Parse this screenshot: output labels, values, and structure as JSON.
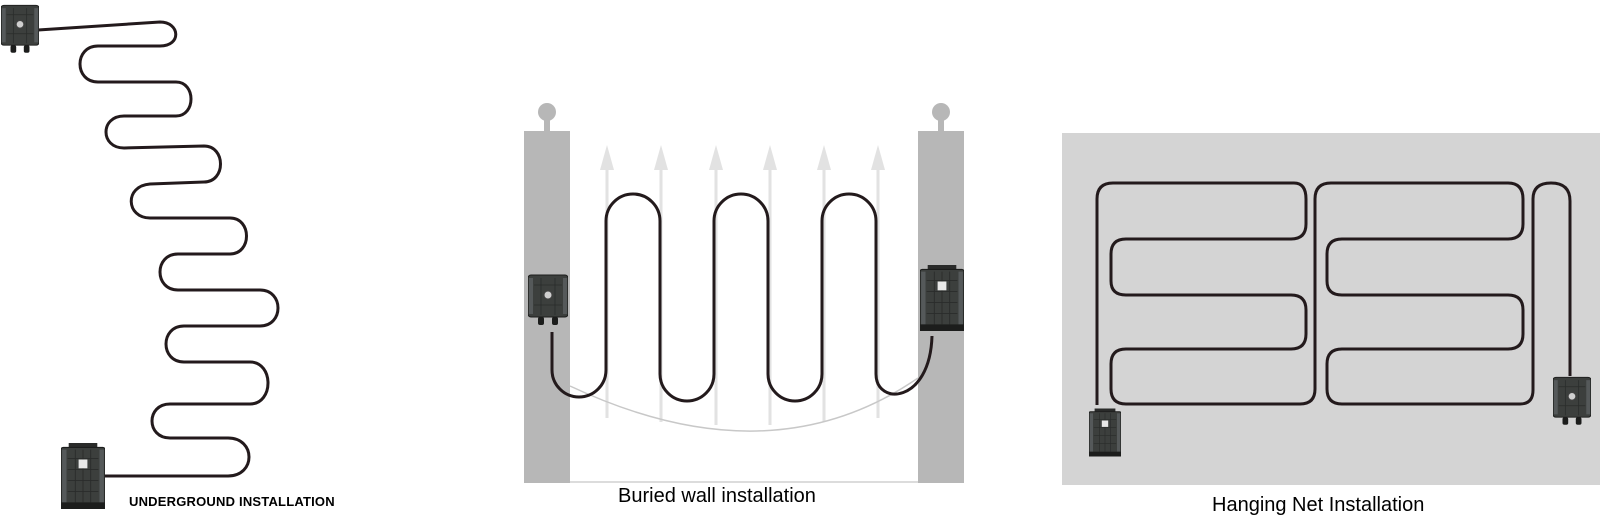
{
  "panels": {
    "underground": {
      "label": "UNDERGROUND INSTALLATION"
    },
    "buried_wall": {
      "label": "Buried wall installation"
    },
    "hanging_net": {
      "label": "Hanging Net Installation"
    }
  },
  "colors": {
    "cable": "#231a1c",
    "wall": "#b7b7b7",
    "net_bg": "#d4d4d4",
    "fence": "#e2e2e2",
    "box_body": "#3c3f3d",
    "box_dark": "#1c1d1c",
    "box_light": "#6f7470"
  },
  "icons": [
    "fiber-closure-icon"
  ]
}
